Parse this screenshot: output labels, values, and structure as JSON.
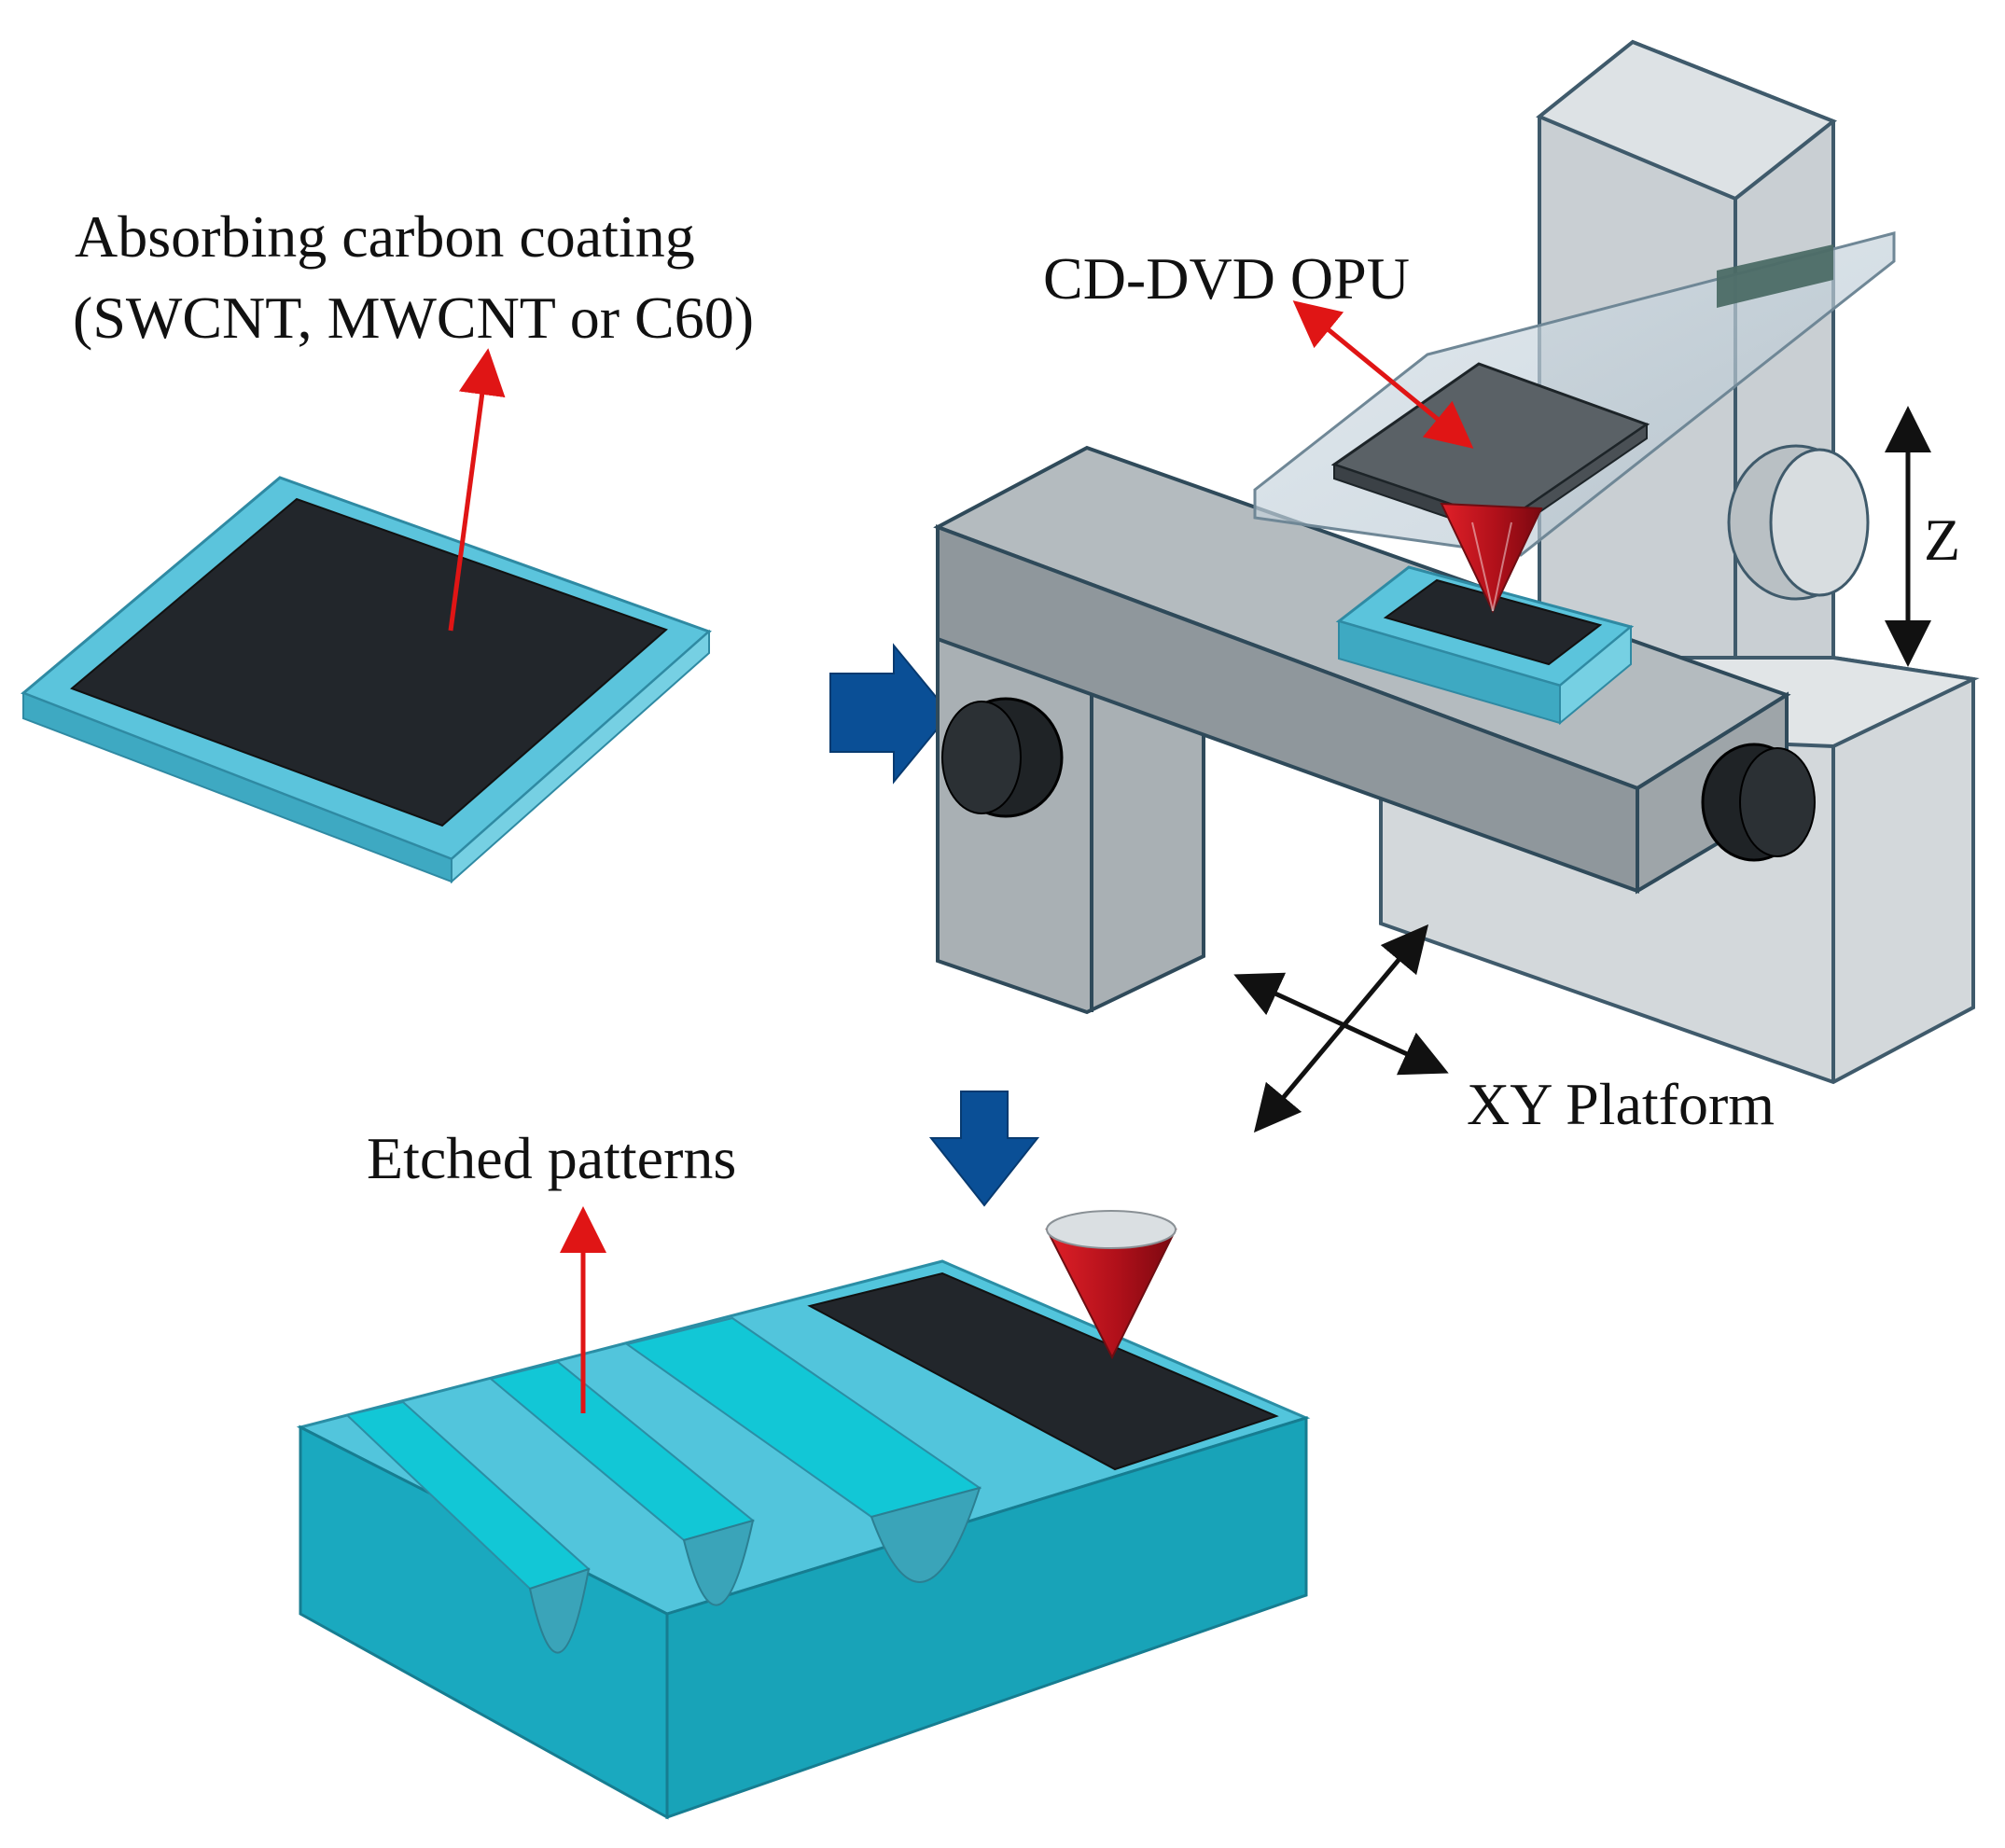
{
  "labels": {
    "coating_line1": "Absorbing carbon coating",
    "coating_line2": "(SWCNT, MWCNT or C60)",
    "opu": "CD-DVD OPU",
    "z_axis": "Z",
    "xy_platform": "XY Platform",
    "etched": "Etched patterns"
  },
  "colors": {
    "substrate_cyan": "#5bc4dc",
    "carbon_black": "#22262b",
    "machine_gray": "#c9cfd3",
    "machine_dark_gray": "#8a9196",
    "laser_red": "#c0141c",
    "annotation_arrow": "#e01515",
    "process_arrow": "#0a4f96",
    "glass": "#b7c7d2",
    "band": "#4c6b66"
  },
  "icons": {
    "process_arrows": [
      "right-arrow-icon",
      "down-arrow-icon"
    ],
    "axis_arrows": [
      "z-double-arrow-icon",
      "xy-cross-arrow-icon"
    ]
  }
}
